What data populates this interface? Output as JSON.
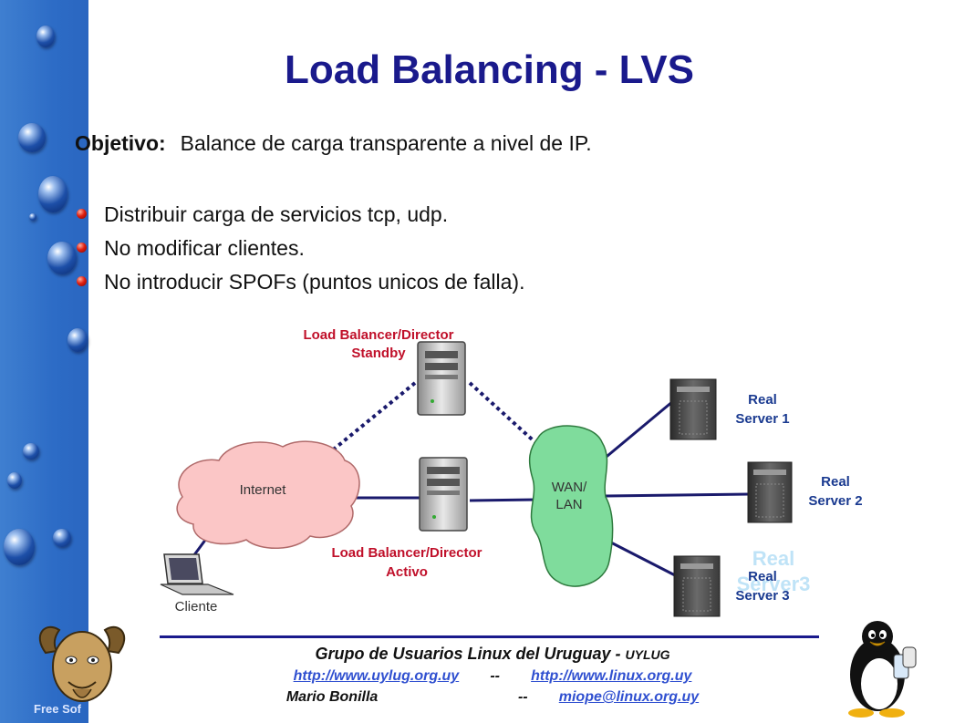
{
  "slide": {
    "title": "Load Balancing - LVS",
    "objective_label": "Objetivo:",
    "objective_text": "Balance de carga transparente a nivel de IP.",
    "bullets": [
      "Distribuir carga de servicios tcp, udp.",
      "No modificar clientes.",
      "No introducir SPOFs (puntos unicos de falla)."
    ]
  },
  "diagram": {
    "standby_line1": "Load Balancer/Director",
    "standby_line2": "Standby",
    "active_line1": "Load Balancer/Director",
    "active_line2": "Activo",
    "internet_label": "Internet",
    "wan_line1": "WAN/",
    "wan_line2": "LAN",
    "client_label": "Cliente",
    "server1_line1": "Real",
    "server1_line2": "Server 1",
    "server2_line1": "Real",
    "server2_line2": "Server 2",
    "server3_line1": "Real",
    "server3_line2": "Server 3",
    "ghost_line1": "Real",
    "ghost_line2": "Server3"
  },
  "footer": {
    "group": "Grupo de Usuarios Linux del Uruguay - ",
    "group_abbr": "UYLUG",
    "link1": "http://www.uylug.org.uy",
    "sep1": "--",
    "link2": "http://www.linux.org.uy",
    "author": "Mario Bonilla",
    "sep2": "--",
    "email": "miope@linux.org.uy"
  },
  "branding": {
    "sidebar_text": "Free Sof"
  },
  "colors": {
    "title": "#1a1a8c",
    "red_label": "#c0102a",
    "blue_label": "#1a3a90",
    "cloud_internet": "#fbc6c6",
    "cloud_wan": "#7fdc9c",
    "link": "#3050d0"
  }
}
